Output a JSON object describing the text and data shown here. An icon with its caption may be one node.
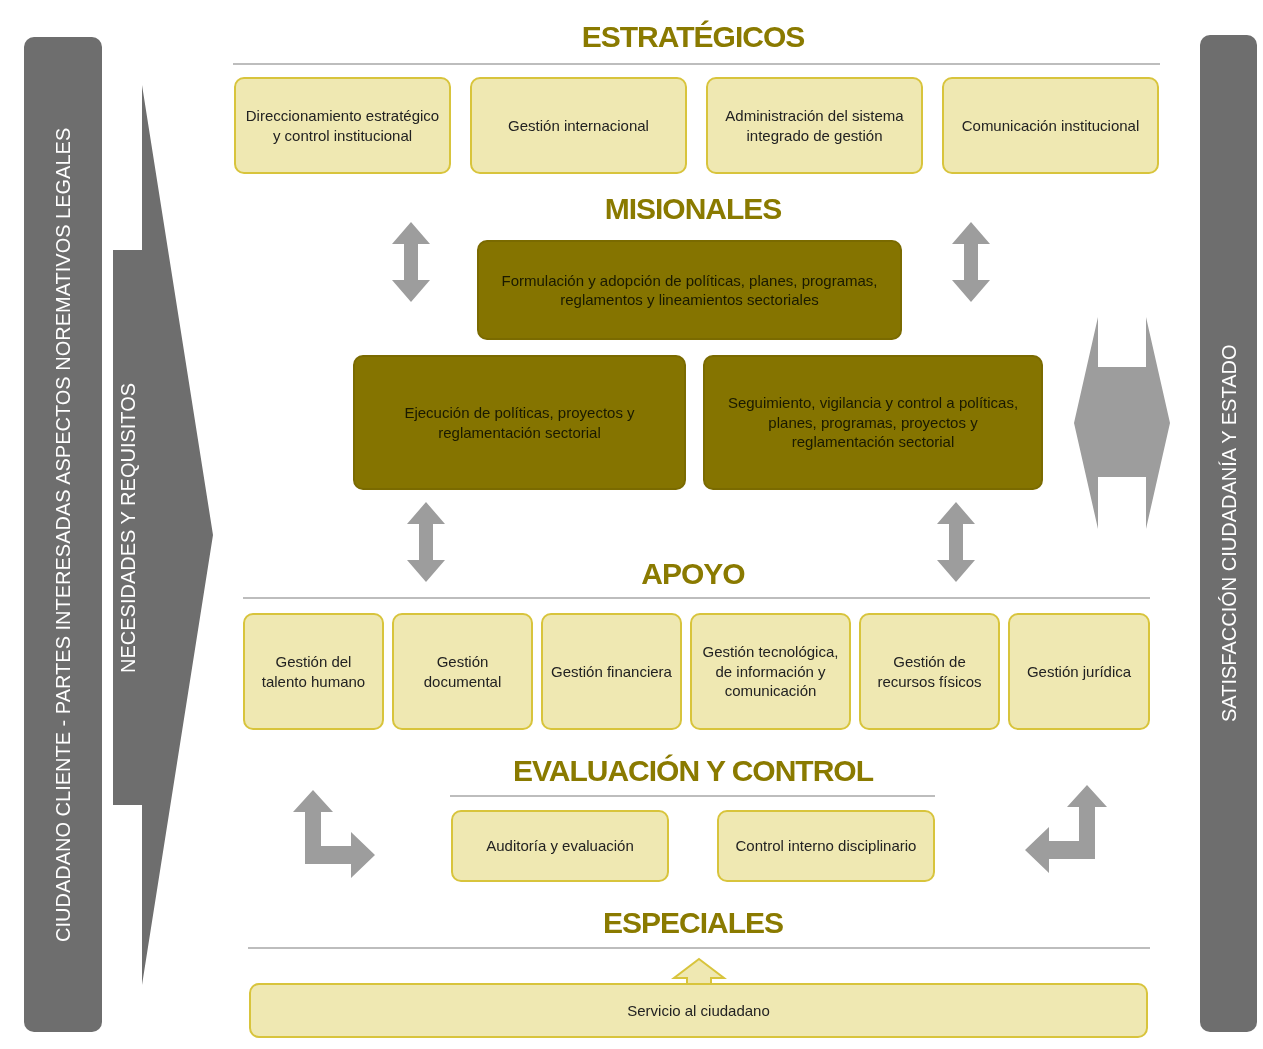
{
  "diagram": {
    "nodes": [
      {
        "text": [
          "CIUDADANO CLIENTE   -   PARTES INTERESADAS ASPECTOS NOREMATIVOS LEGALES"
        ]
      },
      {
        "text": [
          "NECESIDADES Y REQUISITOS"
        ]
      },
      {
        "text": [
          "Direccionamiento estratégico y control institucional"
        ]
      },
      {
        "text": [
          "Gestión internacional"
        ]
      },
      {
        "text": [
          "Administración del sistema integrado de gestión"
        ]
      },
      {
        "text": [
          "Comunicación institucional"
        ]
      },
      {
        "text": [
          "Formulación y adopción de políticas, planes, programas, reglamentos y lineamientos sectoriales"
        ]
      },
      {
        "text": [
          "Ejecución de políticas, proyectos y reglamentación sectorial"
        ]
      },
      {
        "text": [
          "Seguimiento, vigilancia y control a políticas, planes, programas, proyectos y reglamentación sectorial"
        ]
      },
      {
        "text": [
          "Gestión del talento humano"
        ]
      },
      {
        "text": [
          "Gestión documental"
        ]
      },
      {
        "text": [
          "Gestión financiera"
        ]
      },
      {
        "text": [
          "Gestión tecnológica, de información y comunicación"
        ]
      },
      {
        "text": [
          "Gestión de recursos físicos"
        ]
      },
      {
        "text": [
          "Gestión jurídica"
        ]
      },
      {
        "text": [
          "Auditoría y evaluación"
        ]
      },
      {
        "text": [
          "Control interno disciplinario"
        ]
      },
      {
        "text": [
          "Servicio al ciudadano"
        ]
      },
      {
        "text": [
          "SATISFACCIÓN CIUDADANÍA Y ESTADO"
        ]
      }
    ],
    "edges": [
      {
        "from": 7,
        "to": 10,
        "arrow": "both"
      },
      {
        "from": 8,
        "to": 13,
        "arrow": "both"
      },
      {
        "from": 8,
        "to": 18,
        "arrow": "both"
      }
    ],
    "labels": [
      "ESTRATÉGICOS",
      "MISIONALES",
      "APOYO",
      "EVALUACIÓN Y CONTROL",
      "ESPECIALES"
    ]
  }
}
